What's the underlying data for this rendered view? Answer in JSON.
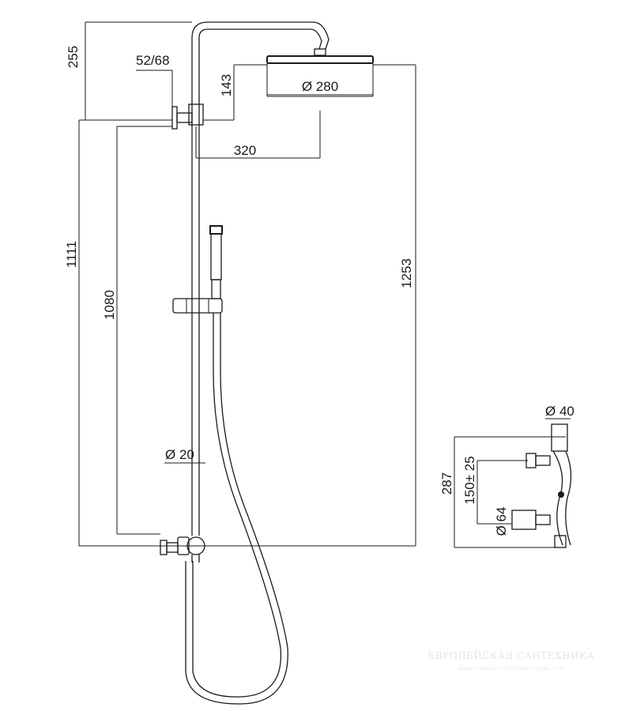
{
  "dimensions": {
    "d255": "255",
    "d52_68": "52/68",
    "d143": "143",
    "d280": "Ø 280",
    "d320": "320",
    "d1111": "1111",
    "d1080": "1080",
    "d1253": "1253",
    "d20": "Ø 20",
    "d40": "Ø 40",
    "d287": "287",
    "d150": "150± 25",
    "d64": "Ø 64"
  },
  "watermark": {
    "brand": "ЕВРОПЕЙСКАЯ САНТЕХНИКА",
    "tagline": "ванны • плитка • отопление • сауны • спа"
  }
}
